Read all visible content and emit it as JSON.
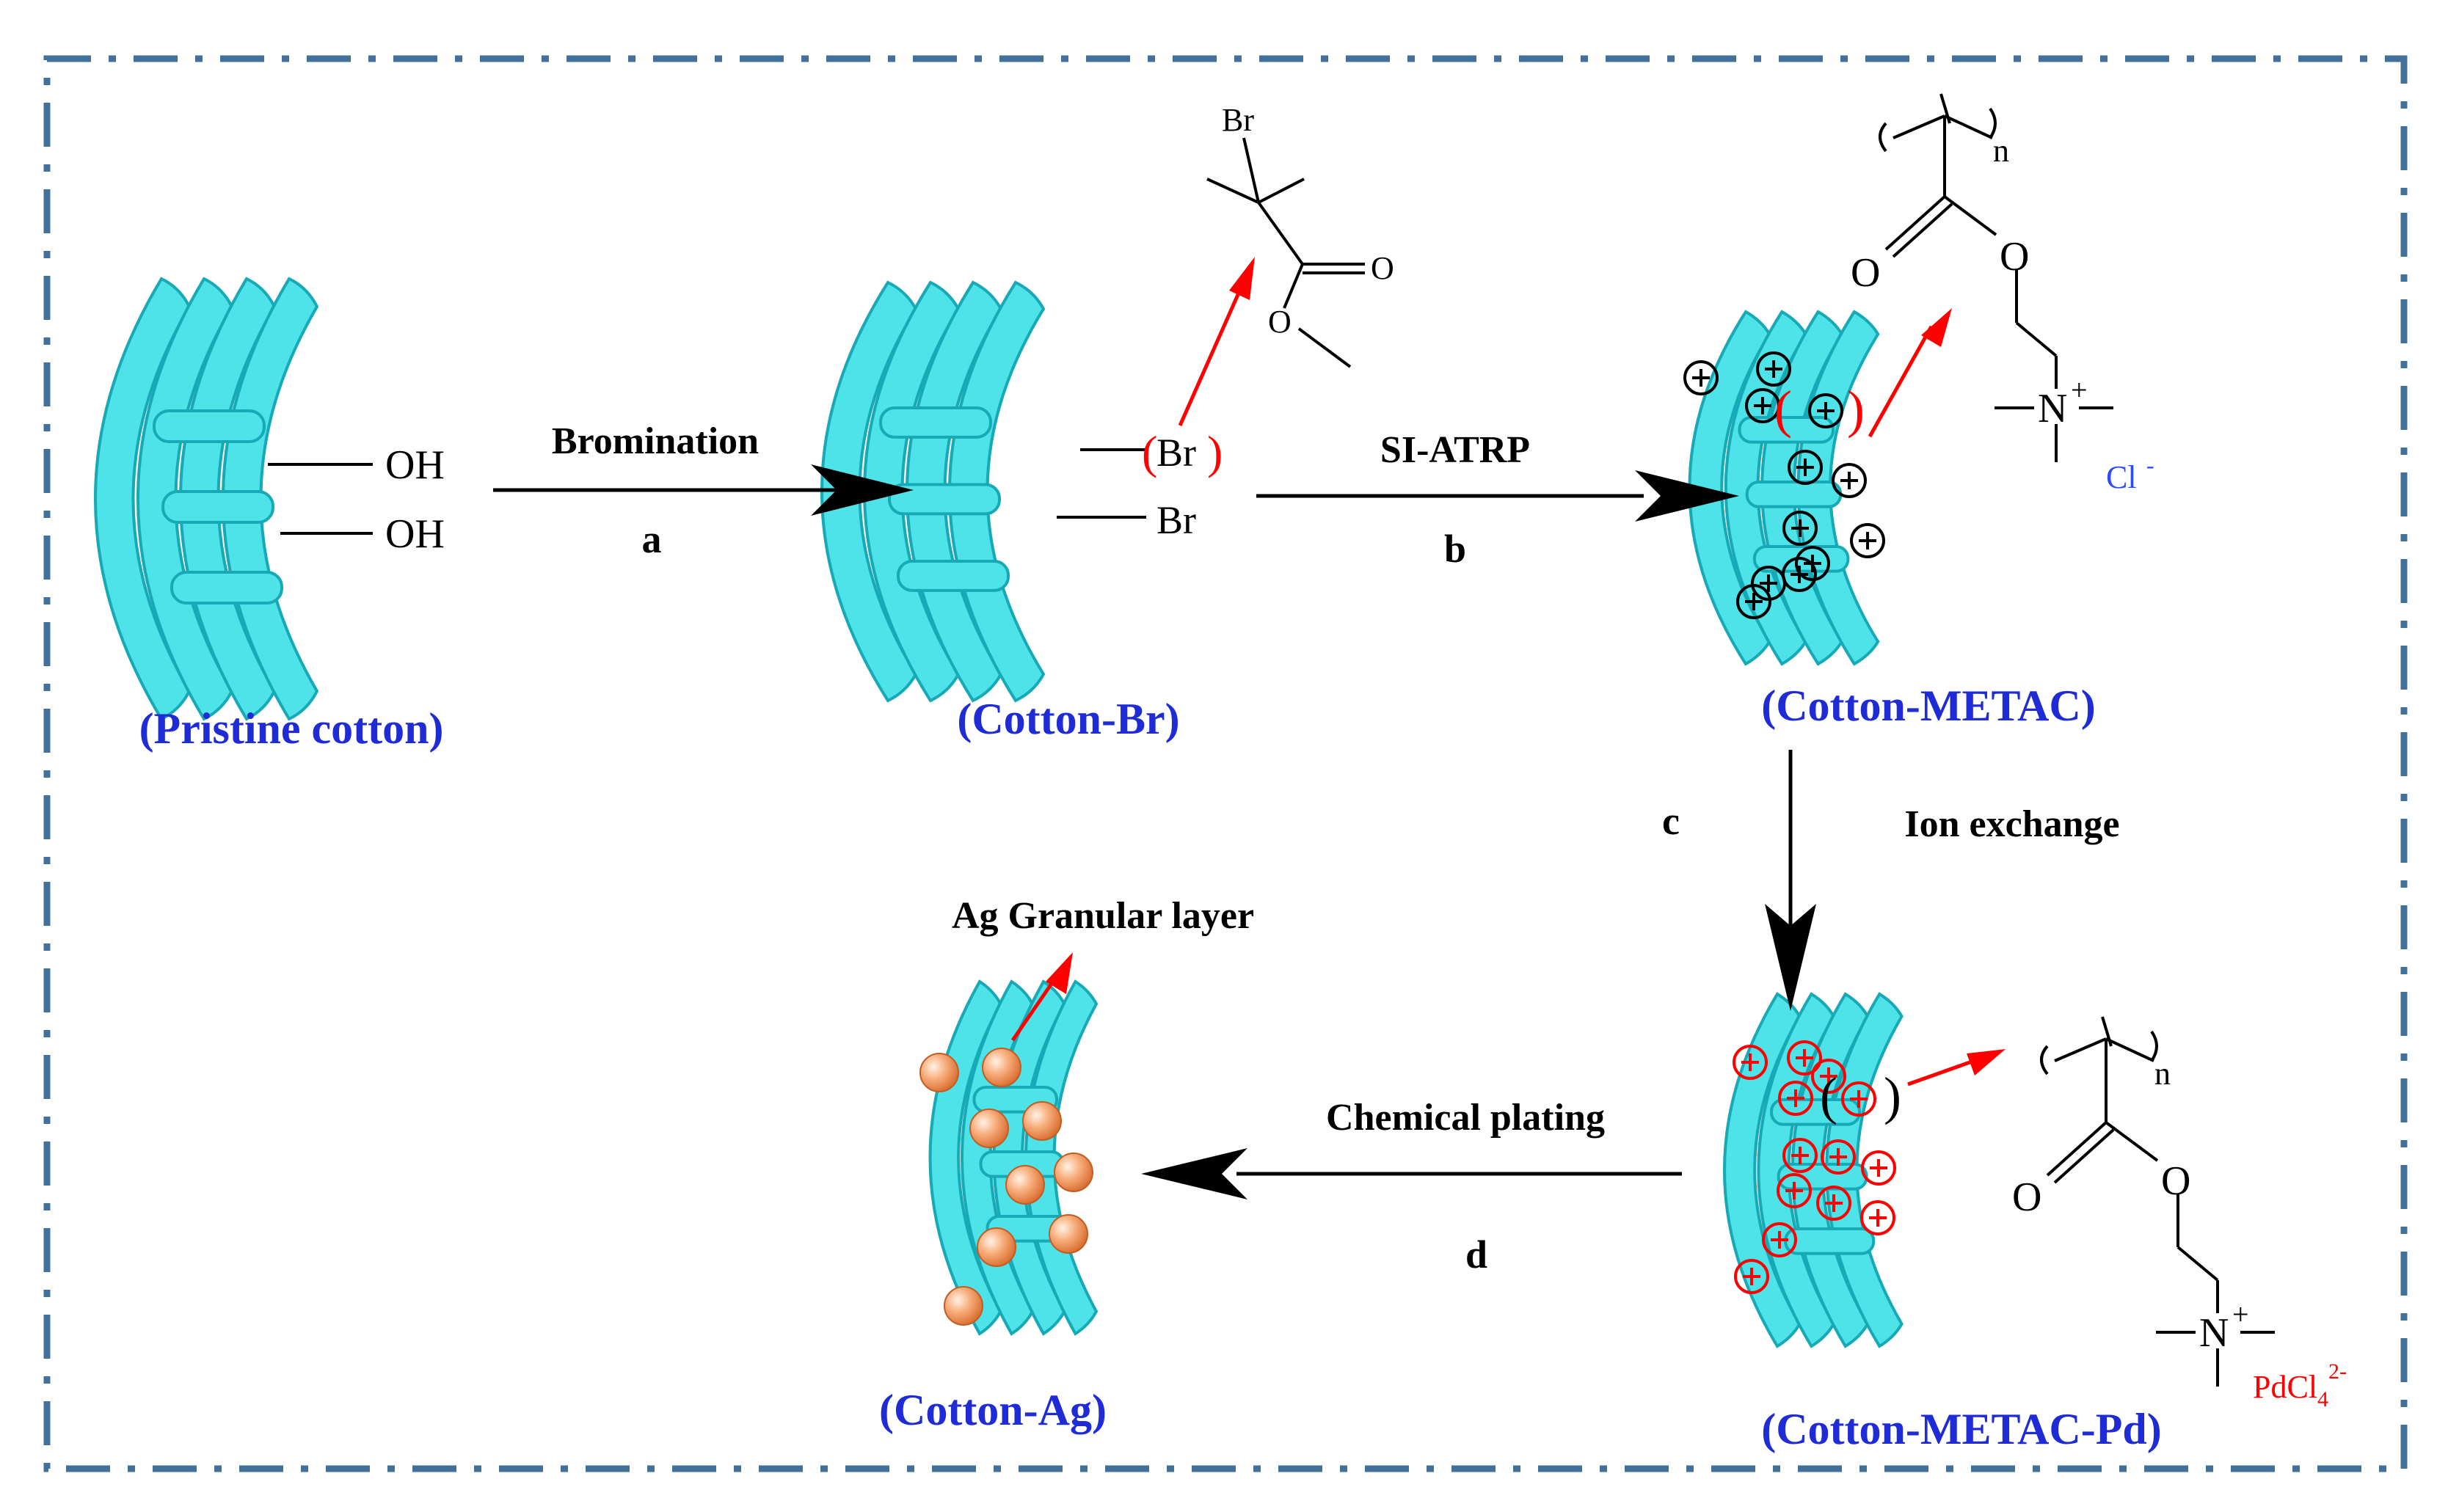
{
  "colors": {
    "frame": "#41709A",
    "fiber_fill": "#4DE3E8",
    "fiber_stroke": "#17A9B6",
    "product_label": "#1F2CD6",
    "highlight": "#FF0000",
    "counter_ion_blue": "#2B4BFF",
    "particle": "#F49A60"
  },
  "labels": {
    "pristine": "(Pristine cotton)",
    "cotton_br": "(Cotton-Br)",
    "cotton_metac": "(Cotton-METAC)",
    "cotton_metac_pd": "(Cotton-METAC-Pd)",
    "cotton_ag": "(Cotton-Ag)",
    "ag_layer": "Ag Granular layer"
  },
  "steps": {
    "a": {
      "name": "Bromination",
      "letter": "a"
    },
    "b": {
      "name": "SI-ATRP",
      "letter": "b"
    },
    "c": {
      "name": "Ion exchange",
      "letter": "c"
    },
    "d": {
      "name": "Chemical plating",
      "letter": "d"
    }
  },
  "chem": {
    "oh": "OH",
    "br": "Br",
    "oxygen": "O",
    "nitrogen": "N",
    "plus": "+",
    "n": "n",
    "cl": "Cl",
    "cl_charge": "-",
    "pdcl": "PdCl",
    "pdcl_sub": "4",
    "pdcl_charge": "2-",
    "paren_open": "(",
    "paren_close": ")"
  },
  "icons": {
    "charge_marker": "plus-circle-icon",
    "silver_particle": "sphere-icon"
  }
}
